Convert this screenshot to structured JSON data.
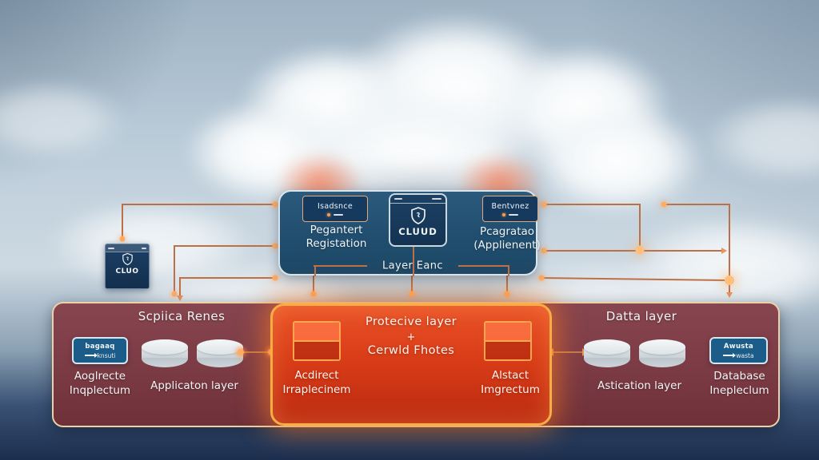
{
  "colors": {
    "sky_top": "#9db2c3",
    "sky_mid": "#cdd9e2",
    "sky_bottom": "#1c2e4e",
    "top_panel_bg": "#215070",
    "top_panel_border": "#d9e5ec",
    "chip_bg": "#153a5e",
    "chip_border": "#e2a87a",
    "maroon_panel_bg": "#7b3b44",
    "maroon_panel_border": "#ecd0a6",
    "orange_panel_top": "#ea5328",
    "orange_panel_bottom": "#bb2a10",
    "orange_panel_border": "#f9ae45",
    "badge_bg": "#1c5c88",
    "badge_border": "#d8e6ee",
    "connector": "#bd7046",
    "connector_dot": "#ffad63",
    "text": "#f3f5f6"
  },
  "cloud_node": {
    "title": "CLUO"
  },
  "top_panel": {
    "left_chip": {
      "label": "Isadsnce"
    },
    "right_chip": {
      "label": "Bentvnez"
    },
    "center_window": {
      "label": "CLUUD"
    },
    "left_text": {
      "line1": "Pegantert",
      "line2": "Registation"
    },
    "right_text": {
      "line1": "Pcagratao",
      "line2": "(Applienent)"
    },
    "divider_label": "Layer Eanc"
  },
  "bottom_panel": {
    "left": {
      "header": "Scpiica Renes",
      "badge": {
        "line1": "bagaaq",
        "line2": "knsuti"
      },
      "badge_caption_line1": "Aoglrecte",
      "badge_caption_line2": "Inqplectum",
      "cylinders_caption": "Applicaton layer"
    },
    "center": {
      "title_line1": "Protecive layer",
      "plus": "+",
      "title_line2": "Cerwld Fhotes",
      "left_caption_line1": "Acdirect",
      "left_caption_line2": "Irraplecinem",
      "right_caption_line1": "Alstact",
      "right_caption_line2": "Imgrectum"
    },
    "right": {
      "header": "Datta layer",
      "cylinders_caption": "Astication layer",
      "badge": {
        "line1": "Awusta",
        "line2": "wasta"
      },
      "badge_caption_line1": "Database",
      "badge_caption_line2": "Inepleclum"
    }
  }
}
